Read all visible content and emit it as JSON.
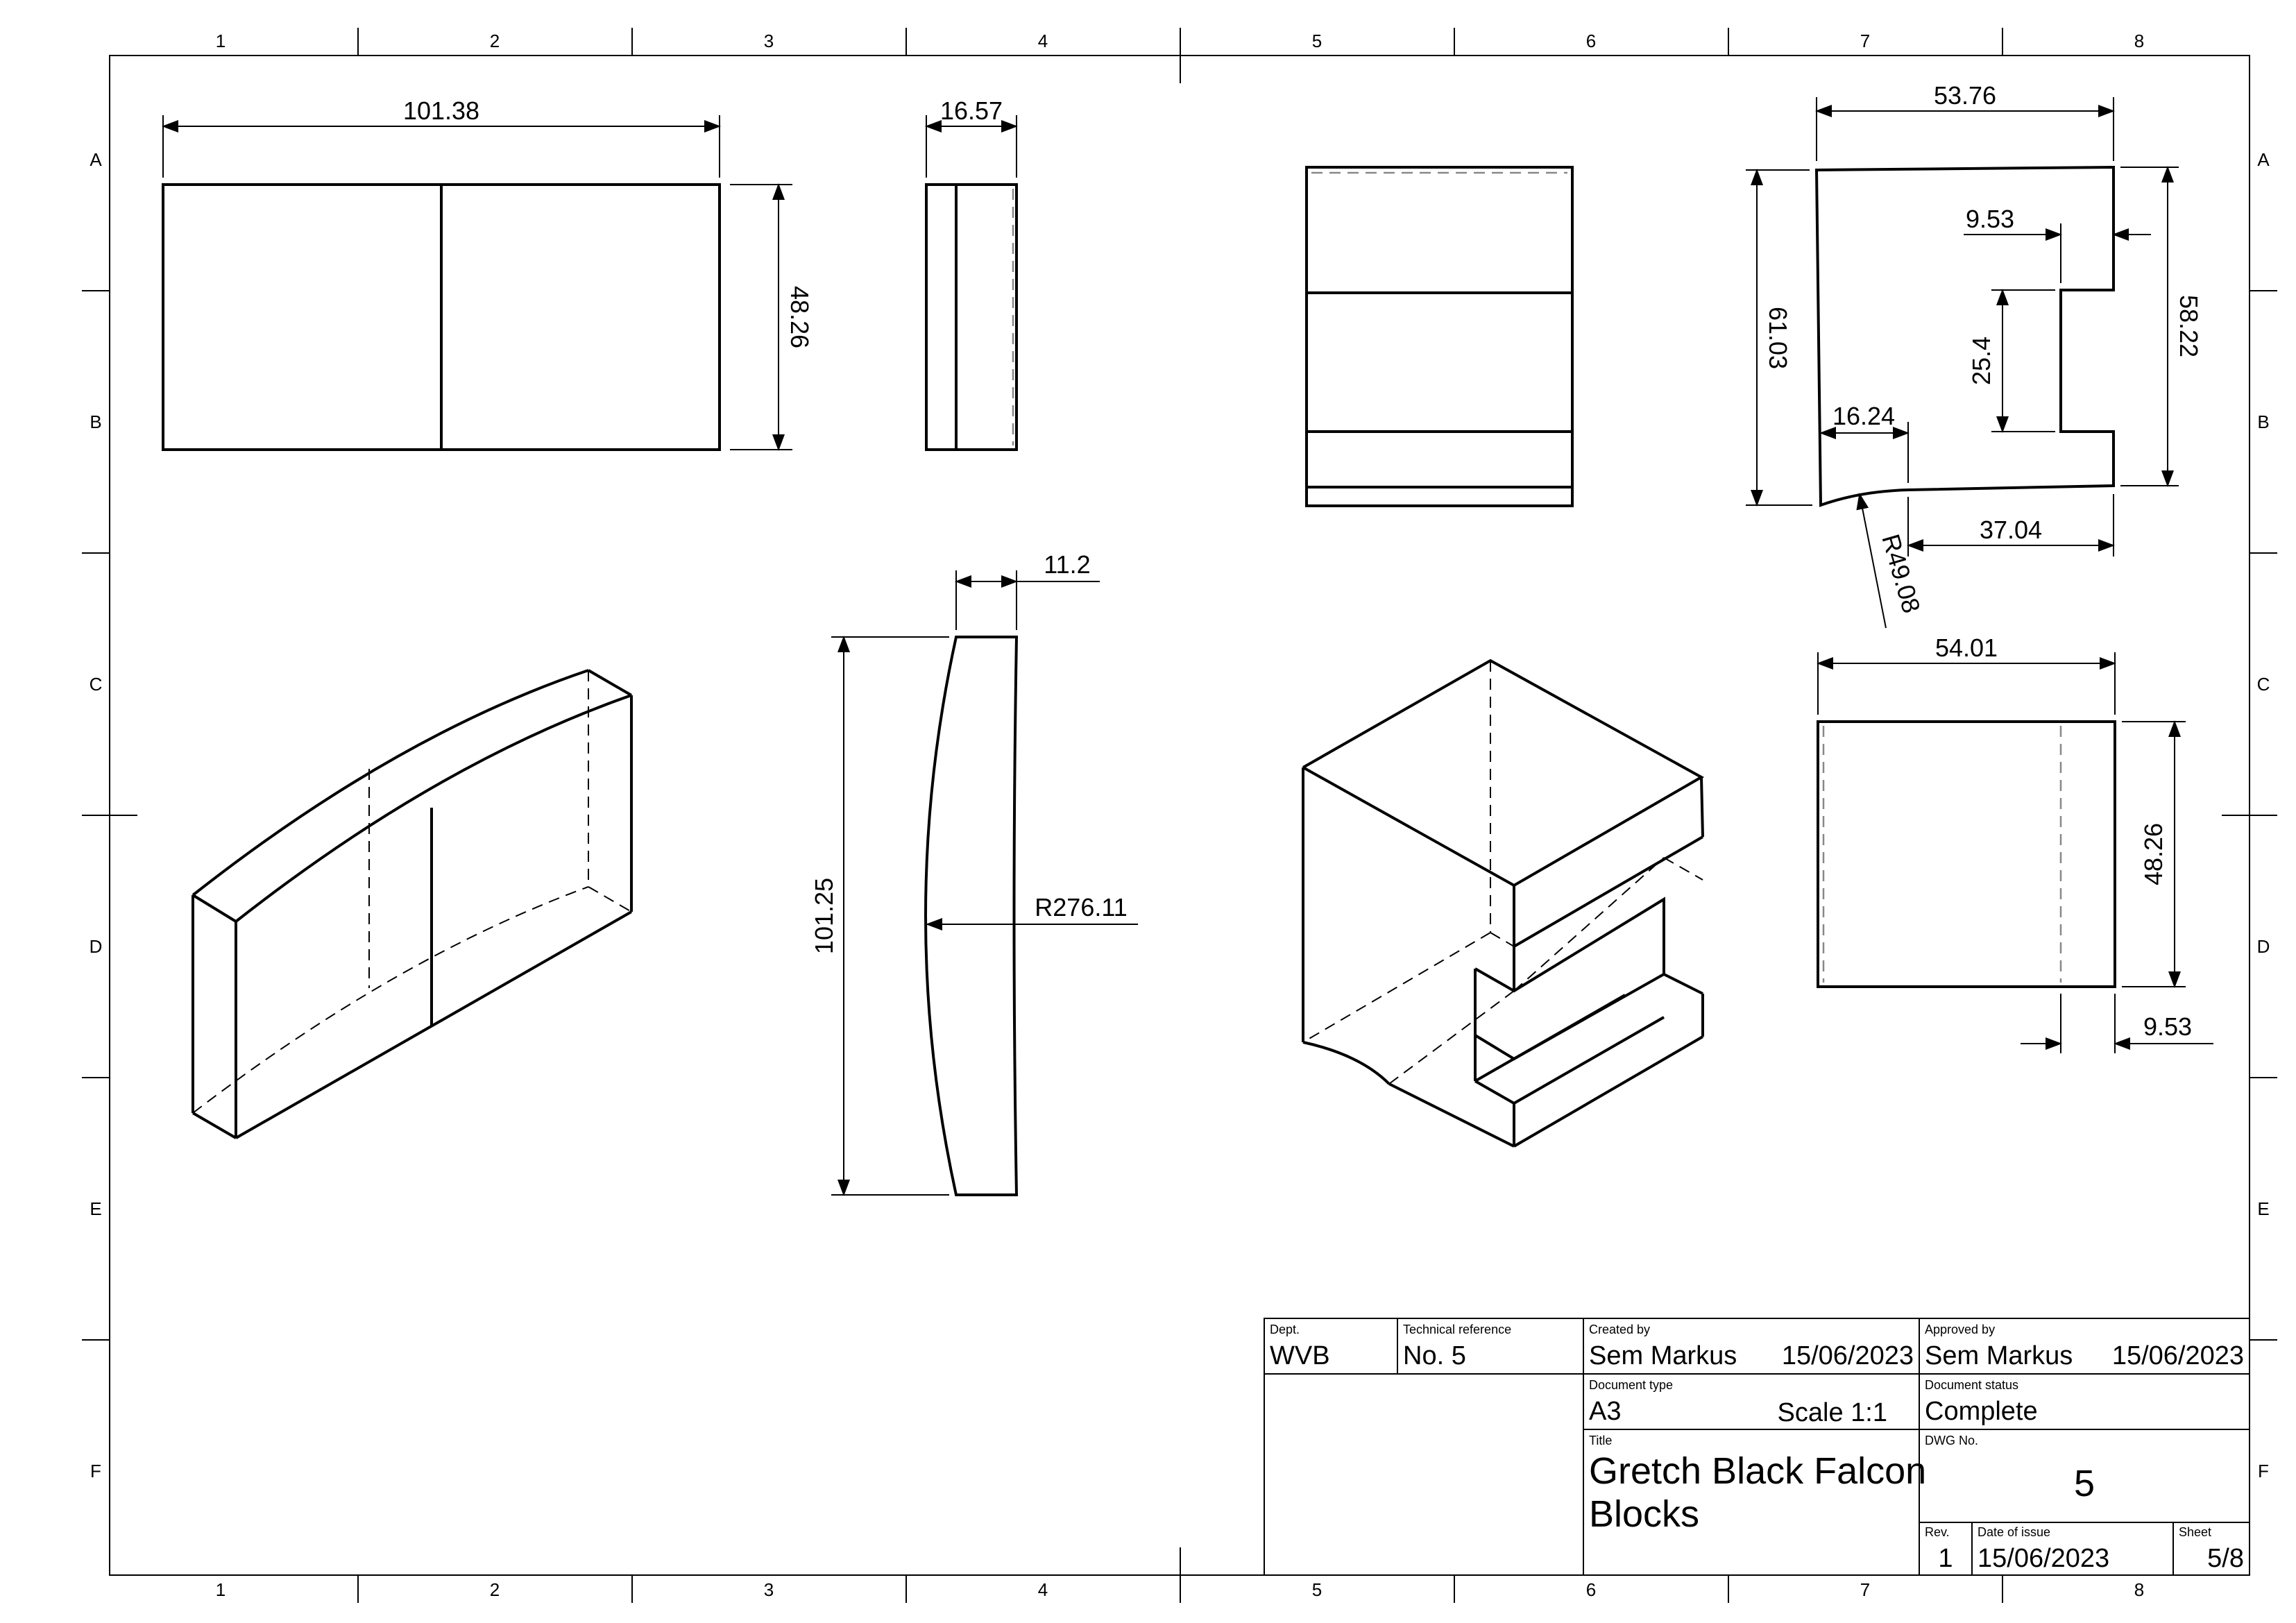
{
  "zones": {
    "columns": [
      "1",
      "2",
      "3",
      "4",
      "5",
      "6",
      "7",
      "8"
    ],
    "rows": [
      "A",
      "B",
      "C",
      "D",
      "E",
      "F"
    ]
  },
  "dimensions": {
    "front_width": "101.38",
    "front_height": "48.26",
    "side_width": "16.57",
    "profile_thickness": "11.2",
    "profile_length": "101.25",
    "profile_radius": "R276.11",
    "section_top_width": "53.76",
    "section_slot_depth_top": "9.53",
    "section_slot_height": "25.4",
    "section_left_height": "61.03",
    "section_right_height": "58.22",
    "section_lip": "16.24",
    "section_bottom_width": "37.04",
    "section_radius": "R49.08",
    "bottom_view_width": "54.01",
    "bottom_view_height": "48.26",
    "bottom_view_offset": "9.53"
  },
  "title_block": {
    "dept_label": "Dept.",
    "dept_value": "WVB",
    "techref_label": "Technical reference",
    "techref_value": "No. 5",
    "created_label": "Created by",
    "created_name": "Sem Markus",
    "created_date": "15/06/2023",
    "approved_label": "Approved by",
    "approved_name": "Sem Markus",
    "approved_date": "15/06/2023",
    "doctype_label": "Document type",
    "doctype_value": "A3",
    "scale": "Scale 1:1",
    "status_label": "Document status",
    "status_value": "Complete",
    "title_label": "Title",
    "title_line1": "Gretch Black Falcon",
    "title_line2": "Blocks",
    "dwg_label": "DWG No.",
    "dwg_value": "5",
    "rev_label": "Rev.",
    "rev_value": "1",
    "issue_label": "Date of issue",
    "issue_value": "15/06/2023",
    "sheet_label": "Sheet",
    "sheet_value": "5/8"
  }
}
